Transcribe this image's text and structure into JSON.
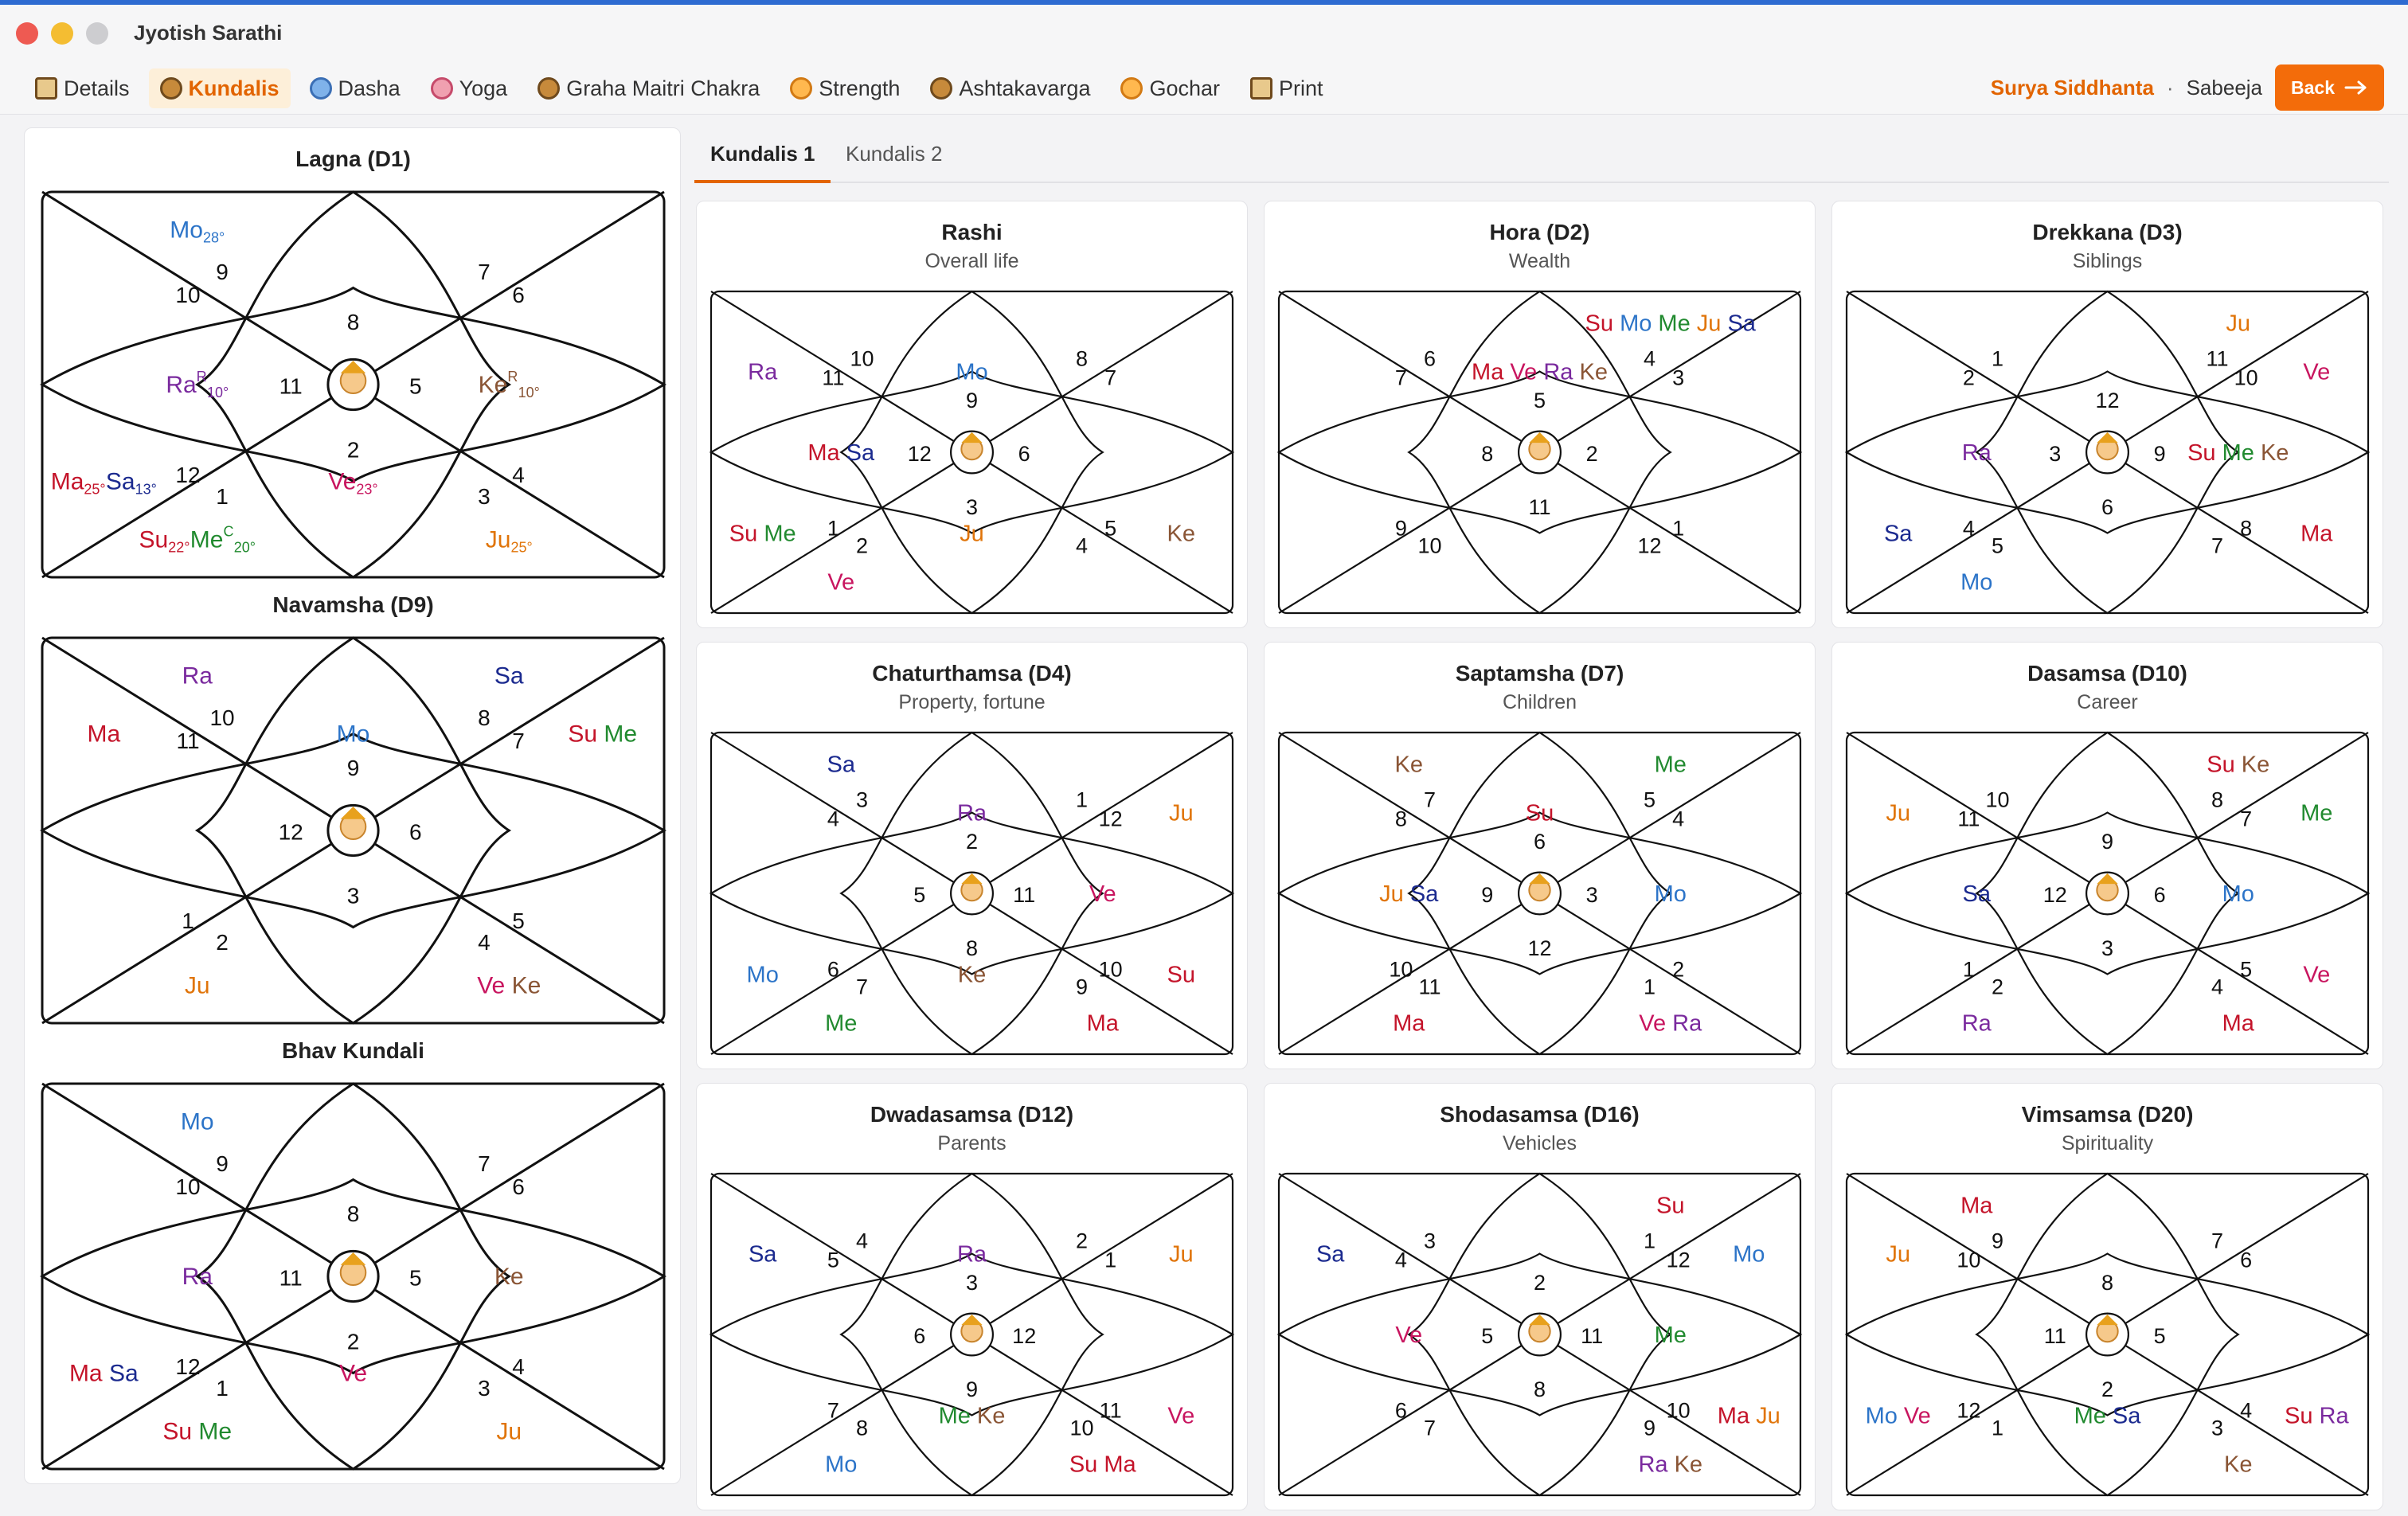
{
  "app": {
    "title": "Jyotish Sarathi"
  },
  "menu": [
    {
      "label": "Details",
      "icon": "details-icon",
      "active": false
    },
    {
      "label": "Kundalis",
      "icon": "kundalis-wheel-icon",
      "active": true
    },
    {
      "label": "Dasha",
      "icon": "dasha-icon",
      "active": false
    },
    {
      "label": "Yoga",
      "icon": "yoga-icon",
      "active": false
    },
    {
      "label": "Graha Maitri Chakra",
      "icon": "graha-maitri-icon",
      "active": false
    },
    {
      "label": "Strength",
      "icon": "strength-icon",
      "active": false
    },
    {
      "label": "Ashtakavarga",
      "icon": "ashtakavarga-icon",
      "active": false
    },
    {
      "label": "Gochar",
      "icon": "gochar-clock-icon",
      "active": false
    },
    {
      "label": "Print",
      "icon": "print-scroll-icon",
      "active": false
    }
  ],
  "header_right": {
    "siddhanta": "Surya Siddhanta",
    "separator": "·",
    "mode": "Sabeeja",
    "back_label": "Back"
  },
  "tabs": [
    {
      "label": "Kundalis 1",
      "active": true
    },
    {
      "label": "Kundalis 2",
      "active": false
    }
  ],
  "colors": {
    "accent": "#e26400",
    "back_button": "#f36c0a",
    "Su": "#c4142a",
    "Mo": "#2c74c8",
    "Ma": "#c4142a",
    "Me": "#218a2f",
    "Ju": "#e07409",
    "Ve": "#c8155f",
    "Sa": "#1b2a8f",
    "Ra": "#7a2a9e",
    "Ke": "#8a5535"
  },
  "left_charts": [
    {
      "title": "Lagna (D1)",
      "houses": [
        {
          "sign": "8",
          "planets": []
        },
        {
          "sign": "9",
          "planets": [
            {
              "abbr": "Mo",
              "deg": "28°"
            }
          ]
        },
        {
          "sign": "10",
          "planets": []
        },
        {
          "sign": "11",
          "planets": [
            {
              "abbr": "Ra",
              "sup": "R",
              "deg": "10°"
            }
          ]
        },
        {
          "sign": "12",
          "planets": [
            {
              "abbr": "Ma",
              "deg": "25°"
            },
            {
              "abbr": "Sa",
              "deg": "13°"
            }
          ]
        },
        {
          "sign": "1",
          "planets": [
            {
              "abbr": "Su",
              "deg": "22°"
            },
            {
              "abbr": "Me",
              "sup": "C",
              "deg": "20°"
            }
          ]
        },
        {
          "sign": "2",
          "planets": [
            {
              "abbr": "Ve",
              "deg": "23°"
            }
          ]
        },
        {
          "sign": "3",
          "planets": [
            {
              "abbr": "Ju",
              "deg": "25°"
            }
          ]
        },
        {
          "sign": "4",
          "planets": []
        },
        {
          "sign": "5",
          "planets": [
            {
              "abbr": "Ke",
              "sup": "R",
              "deg": "10°"
            }
          ]
        },
        {
          "sign": "6",
          "planets": []
        },
        {
          "sign": "7",
          "planets": []
        }
      ]
    },
    {
      "title": "Navamsha (D9)",
      "houses": [
        {
          "sign": "9",
          "planets": [
            {
              "abbr": "Mo"
            }
          ]
        },
        {
          "sign": "10",
          "planets": [
            {
              "abbr": "Ra"
            }
          ]
        },
        {
          "sign": "11",
          "planets": [
            {
              "abbr": "Ma"
            }
          ]
        },
        {
          "sign": "12",
          "planets": []
        },
        {
          "sign": "1",
          "planets": []
        },
        {
          "sign": "2",
          "planets": [
            {
              "abbr": "Ju"
            }
          ]
        },
        {
          "sign": "3",
          "planets": []
        },
        {
          "sign": "4",
          "planets": [
            {
              "abbr": "Ve"
            },
            {
              "abbr": "Ke"
            }
          ]
        },
        {
          "sign": "5",
          "planets": []
        },
        {
          "sign": "6",
          "planets": []
        },
        {
          "sign": "7",
          "planets": [
            {
              "abbr": "Su"
            },
            {
              "abbr": "Me"
            }
          ]
        },
        {
          "sign": "8",
          "planets": [
            {
              "abbr": "Sa"
            }
          ]
        }
      ]
    },
    {
      "title": "Bhav Kundali",
      "houses": [
        {
          "sign": "8",
          "planets": []
        },
        {
          "sign": "9",
          "planets": [
            {
              "abbr": "Mo"
            }
          ]
        },
        {
          "sign": "10",
          "planets": []
        },
        {
          "sign": "11",
          "planets": [
            {
              "abbr": "Ra"
            }
          ]
        },
        {
          "sign": "12",
          "planets": [
            {
              "abbr": "Ma"
            },
            {
              "abbr": "Sa"
            }
          ]
        },
        {
          "sign": "1",
          "planets": [
            {
              "abbr": "Su"
            },
            {
              "abbr": "Me"
            }
          ]
        },
        {
          "sign": "2",
          "planets": [
            {
              "abbr": "Ve"
            }
          ]
        },
        {
          "sign": "3",
          "planets": [
            {
              "abbr": "Ju"
            }
          ]
        },
        {
          "sign": "4",
          "planets": []
        },
        {
          "sign": "5",
          "planets": [
            {
              "abbr": "Ke"
            }
          ]
        },
        {
          "sign": "6",
          "planets": []
        },
        {
          "sign": "7",
          "planets": []
        }
      ]
    }
  ],
  "grid_charts": [
    {
      "title": "Rashi",
      "subtitle": "Overall life",
      "houses": [
        {
          "sign": "9",
          "planets": [
            {
              "abbr": "Mo"
            }
          ]
        },
        {
          "sign": "10",
          "planets": []
        },
        {
          "sign": "11",
          "planets": [
            {
              "abbr": "Ra"
            }
          ]
        },
        {
          "sign": "12",
          "planets": [
            {
              "abbr": "Ma"
            },
            {
              "abbr": "Sa"
            }
          ]
        },
        {
          "sign": "1",
          "planets": [
            {
              "abbr": "Su"
            },
            {
              "abbr": "Me"
            }
          ]
        },
        {
          "sign": "2",
          "planets": [
            {
              "abbr": "Ve"
            }
          ]
        },
        {
          "sign": "3",
          "planets": [
            {
              "abbr": "Ju"
            }
          ]
        },
        {
          "sign": "4",
          "planets": []
        },
        {
          "sign": "5",
          "planets": [
            {
              "abbr": "Ke"
            }
          ]
        },
        {
          "sign": "6",
          "planets": []
        },
        {
          "sign": "7",
          "planets": []
        },
        {
          "sign": "8",
          "planets": []
        }
      ]
    },
    {
      "title": "Hora (D2)",
      "subtitle": "Wealth",
      "houses": [
        {
          "sign": "5",
          "planets": [
            {
              "abbr": "Ma"
            },
            {
              "abbr": "Ve"
            },
            {
              "abbr": "Ra"
            },
            {
              "abbr": "Ke"
            }
          ]
        },
        {
          "sign": "6",
          "planets": []
        },
        {
          "sign": "7",
          "planets": []
        },
        {
          "sign": "8",
          "planets": []
        },
        {
          "sign": "9",
          "planets": []
        },
        {
          "sign": "10",
          "planets": []
        },
        {
          "sign": "11",
          "planets": []
        },
        {
          "sign": "12",
          "planets": []
        },
        {
          "sign": "1",
          "planets": []
        },
        {
          "sign": "2",
          "planets": []
        },
        {
          "sign": "3",
          "planets": []
        },
        {
          "sign": "4",
          "planets": [
            {
              "abbr": "Su"
            },
            {
              "abbr": "Mo"
            },
            {
              "abbr": "Me"
            },
            {
              "abbr": "Ju"
            },
            {
              "abbr": "Sa"
            }
          ]
        }
      ]
    },
    {
      "title": "Drekkana (D3)",
      "subtitle": "Siblings",
      "houses": [
        {
          "sign": "12",
          "planets": []
        },
        {
          "sign": "1",
          "planets": []
        },
        {
          "sign": "2",
          "planets": []
        },
        {
          "sign": "3",
          "planets": [
            {
              "abbr": "Ra"
            }
          ]
        },
        {
          "sign": "4",
          "planets": [
            {
              "abbr": "Sa"
            }
          ]
        },
        {
          "sign": "5",
          "planets": [
            {
              "abbr": "Mo"
            }
          ]
        },
        {
          "sign": "6",
          "planets": []
        },
        {
          "sign": "7",
          "planets": []
        },
        {
          "sign": "8",
          "planets": [
            {
              "abbr": "Ma"
            }
          ]
        },
        {
          "sign": "9",
          "planets": [
            {
              "abbr": "Su"
            },
            {
              "abbr": "Me"
            },
            {
              "abbr": "Ke"
            }
          ]
        },
        {
          "sign": "10",
          "planets": [
            {
              "abbr": "Ve"
            }
          ]
        },
        {
          "sign": "11",
          "planets": [
            {
              "abbr": "Ju"
            }
          ]
        }
      ]
    },
    {
      "title": "Chaturthamsa (D4)",
      "subtitle": "Property, fortune",
      "houses": [
        {
          "sign": "2",
          "planets": [
            {
              "abbr": "Ra"
            }
          ]
        },
        {
          "sign": "3",
          "planets": [
            {
              "abbr": "Sa"
            }
          ]
        },
        {
          "sign": "4",
          "planets": []
        },
        {
          "sign": "5",
          "planets": []
        },
        {
          "sign": "6",
          "planets": [
            {
              "abbr": "Mo"
            }
          ]
        },
        {
          "sign": "7",
          "planets": [
            {
              "abbr": "Me"
            }
          ]
        },
        {
          "sign": "8",
          "planets": [
            {
              "abbr": "Ke"
            }
          ]
        },
        {
          "sign": "9",
          "planets": [
            {
              "abbr": "Ma"
            }
          ]
        },
        {
          "sign": "10",
          "planets": [
            {
              "abbr": "Su"
            }
          ]
        },
        {
          "sign": "11",
          "planets": [
            {
              "abbr": "Ve"
            }
          ]
        },
        {
          "sign": "12",
          "planets": [
            {
              "abbr": "Ju"
            }
          ]
        },
        {
          "sign": "1",
          "planets": []
        }
      ]
    },
    {
      "title": "Saptamsha (D7)",
      "subtitle": "Children",
      "houses": [
        {
          "sign": "6",
          "planets": [
            {
              "abbr": "Su"
            }
          ]
        },
        {
          "sign": "7",
          "planets": [
            {
              "abbr": "Ke"
            }
          ]
        },
        {
          "sign": "8",
          "planets": []
        },
        {
          "sign": "9",
          "planets": [
            {
              "abbr": "Ju"
            },
            {
              "abbr": "Sa"
            }
          ]
        },
        {
          "sign": "10",
          "planets": []
        },
        {
          "sign": "11",
          "planets": [
            {
              "abbr": "Ma"
            }
          ]
        },
        {
          "sign": "12",
          "planets": []
        },
        {
          "sign": "1",
          "planets": [
            {
              "abbr": "Ve"
            },
            {
              "abbr": "Ra"
            }
          ]
        },
        {
          "sign": "2",
          "planets": []
        },
        {
          "sign": "3",
          "planets": [
            {
              "abbr": "Mo"
            }
          ]
        },
        {
          "sign": "4",
          "planets": []
        },
        {
          "sign": "5",
          "planets": [
            {
              "abbr": "Me"
            }
          ]
        }
      ]
    },
    {
      "title": "Dasamsa (D10)",
      "subtitle": "Career",
      "houses": [
        {
          "sign": "9",
          "planets": []
        },
        {
          "sign": "10",
          "planets": []
        },
        {
          "sign": "11",
          "planets": [
            {
              "abbr": "Ju"
            }
          ]
        },
        {
          "sign": "12",
          "planets": [
            {
              "abbr": "Sa"
            }
          ]
        },
        {
          "sign": "1",
          "planets": []
        },
        {
          "sign": "2",
          "planets": [
            {
              "abbr": "Ra"
            }
          ]
        },
        {
          "sign": "3",
          "planets": []
        },
        {
          "sign": "4",
          "planets": [
            {
              "abbr": "Ma"
            }
          ]
        },
        {
          "sign": "5",
          "planets": [
            {
              "abbr": "Ve"
            }
          ]
        },
        {
          "sign": "6",
          "planets": [
            {
              "abbr": "Mo"
            }
          ]
        },
        {
          "sign": "7",
          "planets": [
            {
              "abbr": "Me"
            }
          ]
        },
        {
          "sign": "8",
          "planets": [
            {
              "abbr": "Su"
            },
            {
              "abbr": "Ke"
            }
          ]
        }
      ]
    },
    {
      "title": "Dwadasamsa (D12)",
      "subtitle": "Parents",
      "houses": [
        {
          "sign": "3",
          "planets": [
            {
              "abbr": "Ra"
            }
          ]
        },
        {
          "sign": "4",
          "planets": []
        },
        {
          "sign": "5",
          "planets": [
            {
              "abbr": "Sa"
            }
          ]
        },
        {
          "sign": "6",
          "planets": []
        },
        {
          "sign": "7",
          "planets": []
        },
        {
          "sign": "8",
          "planets": [
            {
              "abbr": "Mo"
            }
          ]
        },
        {
          "sign": "9",
          "planets": [
            {
              "abbr": "Me"
            },
            {
              "abbr": "Ke"
            }
          ]
        },
        {
          "sign": "10",
          "planets": [
            {
              "abbr": "Su"
            },
            {
              "abbr": "Ma"
            }
          ]
        },
        {
          "sign": "11",
          "planets": [
            {
              "abbr": "Ve"
            }
          ]
        },
        {
          "sign": "12",
          "planets": []
        },
        {
          "sign": "1",
          "planets": [
            {
              "abbr": "Ju"
            }
          ]
        },
        {
          "sign": "2",
          "planets": []
        }
      ]
    },
    {
      "title": "Shodasamsa (D16)",
      "subtitle": "Vehicles",
      "houses": [
        {
          "sign": "2",
          "planets": []
        },
        {
          "sign": "3",
          "planets": []
        },
        {
          "sign": "4",
          "planets": [
            {
              "abbr": "Sa"
            }
          ]
        },
        {
          "sign": "5",
          "planets": [
            {
              "abbr": "Ve"
            }
          ]
        },
        {
          "sign": "6",
          "planets": []
        },
        {
          "sign": "7",
          "planets": []
        },
        {
          "sign": "8",
          "planets": []
        },
        {
          "sign": "9",
          "planets": [
            {
              "abbr": "Ra"
            },
            {
              "abbr": "Ke"
            }
          ]
        },
        {
          "sign": "10",
          "planets": [
            {
              "abbr": "Ma"
            },
            {
              "abbr": "Ju"
            }
          ]
        },
        {
          "sign": "11",
          "planets": [
            {
              "abbr": "Me"
            }
          ]
        },
        {
          "sign": "12",
          "planets": [
            {
              "abbr": "Mo"
            }
          ]
        },
        {
          "sign": "1",
          "planets": [
            {
              "abbr": "Su"
            }
          ]
        }
      ]
    },
    {
      "title": "Vimsamsa (D20)",
      "subtitle": "Spirituality",
      "houses": [
        {
          "sign": "8",
          "planets": []
        },
        {
          "sign": "9",
          "planets": [
            {
              "abbr": "Ma"
            }
          ]
        },
        {
          "sign": "10",
          "planets": [
            {
              "abbr": "Ju"
            }
          ]
        },
        {
          "sign": "11",
          "planets": []
        },
        {
          "sign": "12",
          "planets": [
            {
              "abbr": "Mo"
            },
            {
              "abbr": "Ve"
            }
          ]
        },
        {
          "sign": "1",
          "planets": []
        },
        {
          "sign": "2",
          "planets": [
            {
              "abbr": "Me"
            },
            {
              "abbr": "Sa"
            }
          ]
        },
        {
          "sign": "3",
          "planets": [
            {
              "abbr": "Ke"
            }
          ]
        },
        {
          "sign": "4",
          "planets": [
            {
              "abbr": "Su"
            },
            {
              "abbr": "Ra"
            }
          ]
        },
        {
          "sign": "5",
          "planets": []
        },
        {
          "sign": "6",
          "planets": []
        },
        {
          "sign": "7",
          "planets": []
        }
      ]
    }
  ]
}
